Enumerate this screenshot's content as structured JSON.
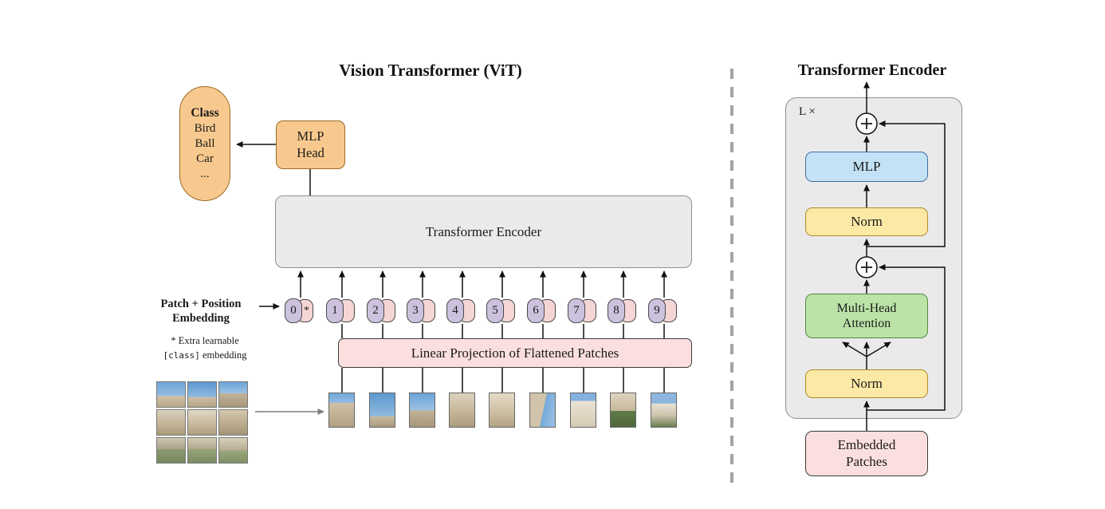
{
  "left": {
    "title": "Vision Transformer (ViT)",
    "class_pill": {
      "header": "Class",
      "items": [
        "Bird",
        "Ball",
        "Car",
        "..."
      ]
    },
    "mlp_head": {
      "line1": "MLP",
      "line2": "Head"
    },
    "encoder_label": "Transformer Encoder",
    "patch_position": {
      "line1": "Patch + Position",
      "line2": "Embedding"
    },
    "footnote": {
      "line1": "* Extra learnable",
      "code": "[class]",
      "rest": "embedding"
    },
    "linear_projection": "Linear Projection of Flattened Patches",
    "tokens": [
      {
        "label": "0",
        "extra": "*"
      },
      {
        "label": "1",
        "extra": ""
      },
      {
        "label": "2",
        "extra": ""
      },
      {
        "label": "3",
        "extra": ""
      },
      {
        "label": "4",
        "extra": ""
      },
      {
        "label": "5",
        "extra": ""
      },
      {
        "label": "6",
        "extra": ""
      },
      {
        "label": "7",
        "extra": ""
      },
      {
        "label": "8",
        "extra": ""
      },
      {
        "label": "9",
        "extra": ""
      }
    ]
  },
  "right": {
    "title": "Transformer Encoder",
    "loop_label": "L ×",
    "blocks": {
      "mlp": "MLP",
      "norm_top": "Norm",
      "attention": {
        "line1": "Multi-Head",
        "line2": "Attention"
      },
      "norm_bottom": "Norm",
      "embedded": {
        "line1": "Embedded",
        "line2": "Patches"
      }
    }
  },
  "colors": {
    "orange": "#F8C98E",
    "gray_box": "#EAEAEB",
    "pink": "#FBDFDE",
    "purple": "#CCC2DE",
    "blue": "#C3E2F6",
    "yellow": "#FCE9A6",
    "green": "#BBE3A8"
  }
}
